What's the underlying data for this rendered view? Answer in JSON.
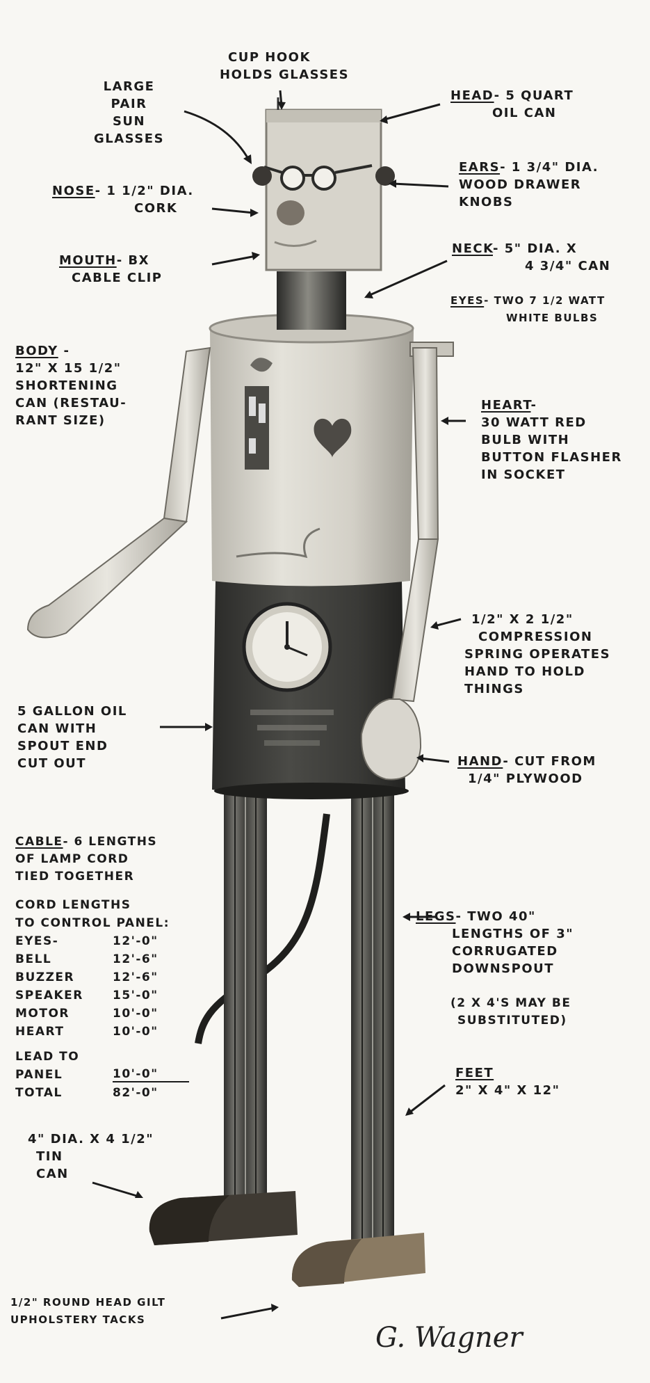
{
  "labels": {
    "cup_hook": [
      "CUP HOOK",
      "HOLDS GLASSES"
    ],
    "sun_glasses": [
      "LARGE",
      "PAIR",
      "SUN",
      "GLASSES"
    ],
    "nose": {
      "title": "NOSE",
      "lines": [
        "- 1 1/2\" DIA.",
        "CORK"
      ]
    },
    "mouth": {
      "title": "MOUTH",
      "lines": [
        "- BX",
        "CABLE CLIP"
      ]
    },
    "head": {
      "title": "HEAD",
      "lines": [
        "- 5 QUART",
        "OIL CAN"
      ]
    },
    "ears": {
      "title": "EARS",
      "lines": [
        "- 1 3/4\" DIA.",
        "WOOD DRAWER",
        "KNOBS"
      ]
    },
    "neck": {
      "title": "NECK",
      "lines": [
        "- 5\" DIA. x",
        "4 3/4\" CAN"
      ]
    },
    "eyes": {
      "title": "EYES",
      "lines": [
        "- TWO 7 1/2 WATT",
        "WHITE BULBS"
      ]
    },
    "body": {
      "title": "BODY",
      "lines": [
        " -",
        "12\" x 15 1/2\"",
        "SHORTENING",
        "CAN (RESTAU-",
        "RANT SIZE)"
      ]
    },
    "heart": {
      "title": "HEART",
      "lines": [
        "-",
        "30 WATT RED",
        "BULB WITH",
        "BUTTON FLASHER",
        "IN SOCKET"
      ]
    },
    "spring": [
      "1/2\" x 2 1/2\"",
      "COMPRESSION",
      "SPRING OPERATES",
      "HAND TO HOLD",
      "THINGS"
    ],
    "oil_can": [
      "5 GALLON OIL",
      "CAN WITH",
      "SPOUT END",
      "CUT OUT"
    ],
    "hand": {
      "title": "HAND",
      "lines": [
        "- CUT FROM",
        "1/4\" PLYWOOD"
      ]
    },
    "cable": {
      "title": "CABLE",
      "lines": [
        "- 6 LENGTHS",
        "OF LAMP CORD",
        "TIED TOGETHER"
      ]
    },
    "legs": {
      "title": "LEGS",
      "lines": [
        "- TWO 40\"",
        "LENGTHS OF 3\"",
        "CORRUGATED",
        "DOWNSPOUT"
      ]
    },
    "substitute": [
      "(2 x 4'S MAY BE",
      "SUBSTITUTED)"
    ],
    "feet": {
      "title": "FEET",
      "lines": [
        "2\" x 4\" x 12\""
      ]
    },
    "tin_can": [
      "4\" DIA. x 4 1/2\"",
      "TIN",
      "CAN"
    ],
    "tacks": [
      "1/2\" ROUND HEAD GILT",
      "UPHOLSTERY TACKS"
    ]
  },
  "cord_table": {
    "heading": [
      "CORD LENGTHS",
      "TO CONTROL PANEL:"
    ],
    "rows": [
      {
        "name": "EYES-",
        "length": "12'-0\""
      },
      {
        "name": "BELL",
        "length": "12'-6\""
      },
      {
        "name": "BUZZER",
        "length": "12'-6\""
      },
      {
        "name": "SPEAKER",
        "length": "15'-0\""
      },
      {
        "name": "MOTOR",
        "length": "10'-0\""
      },
      {
        "name": "HEART",
        "length": "10'-0\""
      }
    ],
    "lead": {
      "name": [
        "LEAD TO",
        "PANEL"
      ],
      "length": "10'-0\""
    },
    "total": {
      "name": "TOTAL",
      "length": "82'-0\""
    }
  },
  "signature": "G. Wagner",
  "colors": {
    "ink": "#1b1b1b",
    "paper": "#f8f7f3",
    "can_light": "#dcdad2",
    "can_dark": "#3a3a38",
    "wood": "#6b5a45"
  }
}
